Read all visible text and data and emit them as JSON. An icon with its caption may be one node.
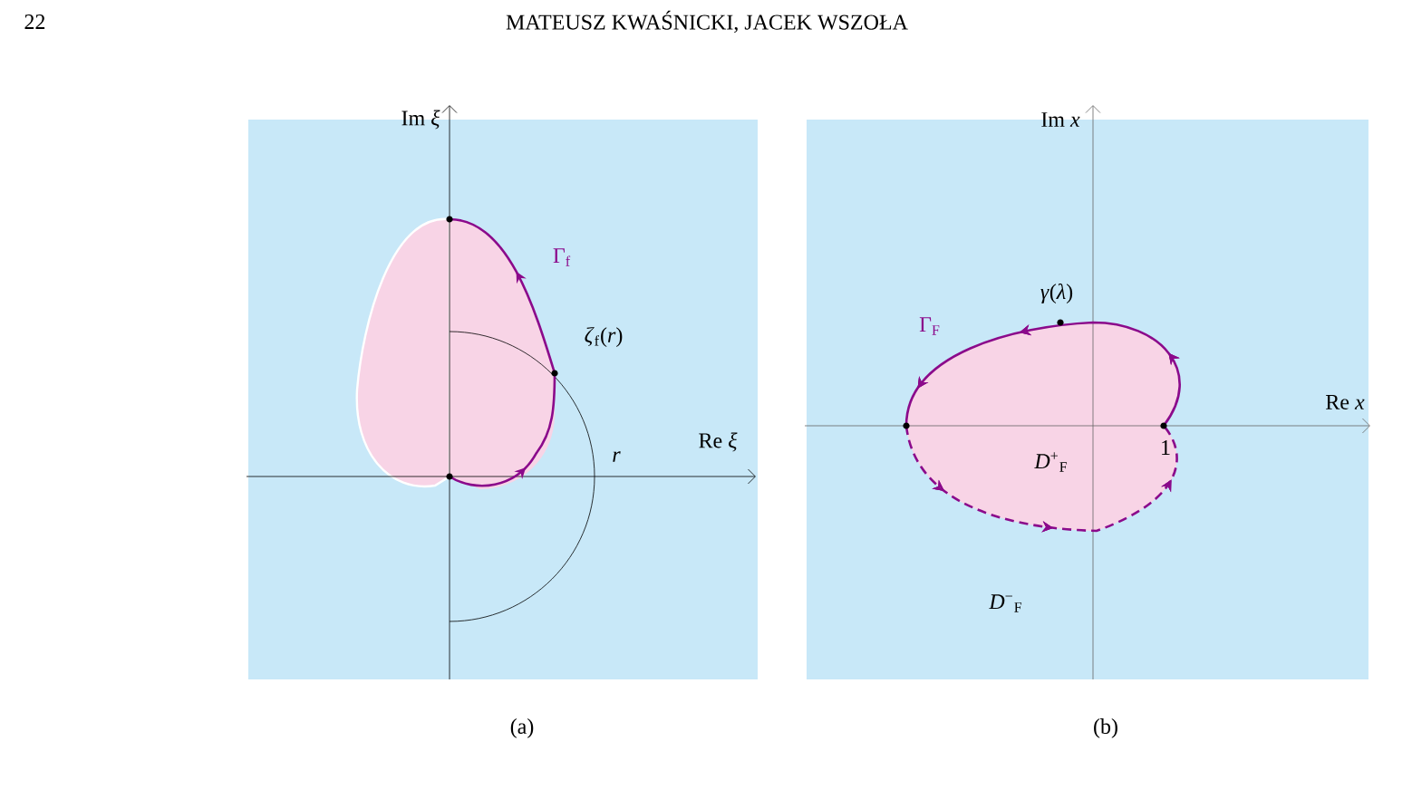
{
  "diagram": {
    "labels": [
      "22",
      "MATEUSZ KWAŚNICKI, JACEK WSZOŁA",
      "Im *ξ*",
      "Γ$_{f}$",
      "*ζ*$_{f}$(*r*)",
      "Re *ξ*",
      "*r*",
      "(a)",
      "Im *x*",
      "*γ*(*λ*)",
      "Γ$_{F}$",
      "Re *x*",
      "1",
      "*D*$^{+}$$_{F}$",
      "*D*$^{−}$$_{F}$",
      "(b)"
    ]
  }
}
